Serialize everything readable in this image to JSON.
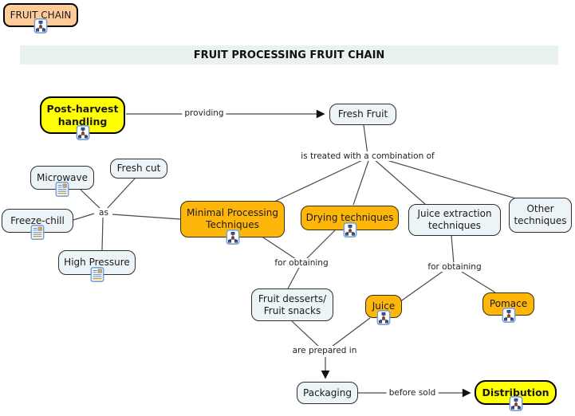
{
  "header": {
    "title": "FRUIT PROCESSING FRUIT CHAIN"
  },
  "nodes": {
    "fruit_chain": {
      "label": "FRUIT CHAIN",
      "icon": "concept-map-icon",
      "color": "#FFCC99"
    },
    "post_harvest": {
      "label": "Post-harvest\nhandling",
      "icon": "concept-map-icon",
      "color": "#FFFF00"
    },
    "fresh_fruit": {
      "label": "Fresh Fruit",
      "color": "#EDF4F7"
    },
    "microwave": {
      "label": "Microwave",
      "icon": "document-icon",
      "color": "#EDF4F7"
    },
    "fresh_cut": {
      "label": "Fresh cut",
      "color": "#EDF4F7"
    },
    "freeze_chill": {
      "label": "Freeze-chill",
      "icon": "document-icon",
      "color": "#EDF4F7"
    },
    "high_pressure": {
      "label": "High Pressure",
      "icon": "document-icon",
      "color": "#EDF4F7"
    },
    "minimal_processing": {
      "label": "Minimal Processing\nTechniques",
      "icon": "concept-map-icon",
      "color": "#FFB60B"
    },
    "drying": {
      "label": "Drying techniques",
      "icon": "concept-map-icon",
      "color": "#FFB60B"
    },
    "juice_extraction": {
      "label": "Juice extraction\ntechniques",
      "color": "#EDF4F7"
    },
    "other": {
      "label": "Other\ntechniques",
      "color": "#EDF4F7"
    },
    "fruit_desserts": {
      "label": "Fruit desserts/\nFruit snacks",
      "color": "#EDF4F7"
    },
    "juice": {
      "label": "Juice",
      "icon": "concept-map-icon",
      "color": "#FFB60B"
    },
    "pomace": {
      "label": "Pomace",
      "icon": "concept-map-icon",
      "color": "#FFB60B"
    },
    "packaging": {
      "label": "Packaging",
      "color": "#EDF4F7"
    },
    "distribution": {
      "label": "Distribution",
      "icon": "concept-map-icon",
      "color": "#FFFF00"
    }
  },
  "edge_labels": {
    "providing": "providing",
    "treated_with": "is treated with a combination of",
    "as": "as",
    "for_obtaining_left": "for obtaining",
    "for_obtaining_right": "for obtaining",
    "are_prepared_in": "are prepared in",
    "before_sold": "before sold"
  },
  "colors": {
    "orange_node": "#FFB60B",
    "yellow_node": "#FFFF00",
    "peach_node": "#FFCC99",
    "light_node": "#EDF4F7",
    "title_band": "#E9F1F1",
    "line": "#4A4A4A",
    "arrow": "#111111"
  }
}
